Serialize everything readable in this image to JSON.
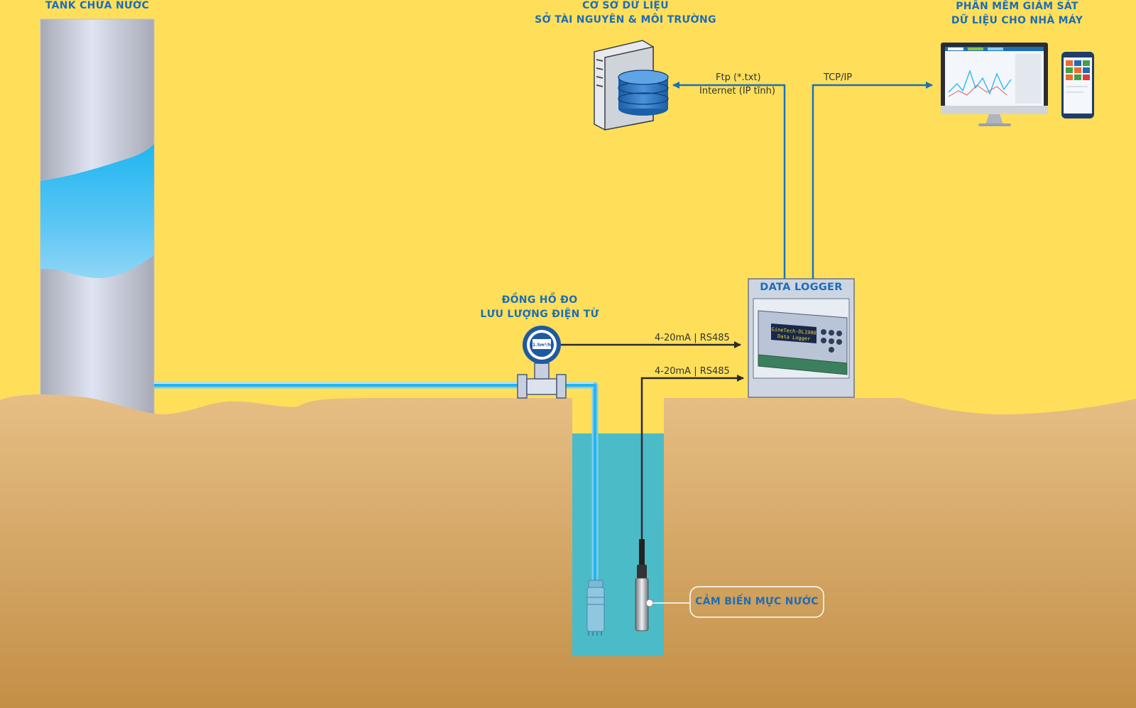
{
  "labels": {
    "tank": "TANK CHỨA NƯỚC",
    "database_line1": "CƠ SỞ DỮ LIỆU",
    "database_line2": "SỞ TÀI NGUYÊN & MÔI TRƯỜNG",
    "software_line1": "PHẦN MỀM GIÁM SÁT",
    "software_line2": "DỮ LIỆU CHO NHÀ MÁY",
    "flowmeter_line1": "ĐỒNG HỒ ĐO",
    "flowmeter_line2": "LƯU LƯỢNG ĐIỆN TỪ",
    "data_logger": "DATA LOGGER",
    "level_sensor": "CẢM BIẾN MỰC NƯỚC",
    "flowmeter_display": "1.5m³/h",
    "logger_screen_line1": "GineTech-DL1900",
    "logger_screen_line2": "Data Logger"
  },
  "connections": {
    "ftp": "Ftp (*.txt)",
    "internet": "Internet (IP tĩnh)",
    "tcpip": "TCP/IP",
    "signal_flow": "4-20mA | RS485",
    "signal_level": "4-20mA | RS485"
  },
  "colors": {
    "sky": "#ffdf5a",
    "ground_top": "#e6be84",
    "ground_bottom": "#c38f47",
    "well_water": "#4cbbc8",
    "label_blue": "#1f6db5",
    "line_blue": "#1d70b8",
    "line_dark": "#2b2b2b"
  }
}
